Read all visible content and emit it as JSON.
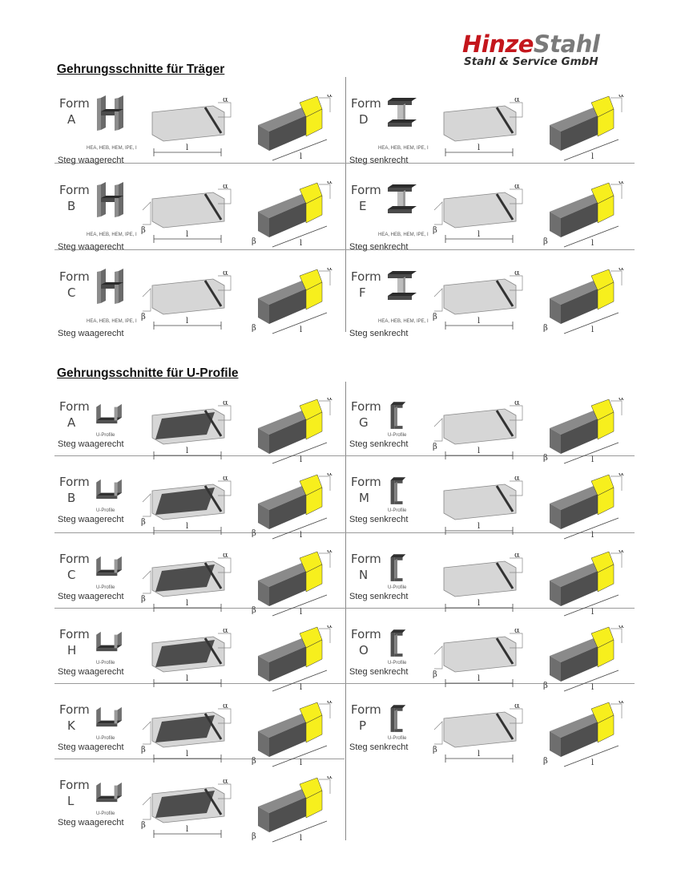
{
  "logo": {
    "part1": "Hinze",
    "part2": "Stahl",
    "subtitle": "Stahl & Service GmbH"
  },
  "sections": [
    {
      "title": "Gehrungsschnitte für Träger"
    },
    {
      "title": "Gehrungsschnitte für U-Profile"
    }
  ],
  "form_word": "Form",
  "traeger": [
    {
      "letter": "A",
      "note": "HEA, HEB, HEM, IPE, I",
      "orientation": "Steg waagerecht"
    },
    {
      "letter": "D",
      "note": "HEA, HEB, HEM, IPE, I",
      "orientation": "Steg senkrecht"
    },
    {
      "letter": "B",
      "note": "HEA, HEB, HEM, IPE, I",
      "orientation": "Steg waagerecht"
    },
    {
      "letter": "E",
      "note": "HEA, HEB, HEM, IPE, I",
      "orientation": "Steg senkrecht"
    },
    {
      "letter": "C",
      "note": "HEA, HEB, HEM, IPE, I",
      "orientation": "Steg waagerecht"
    },
    {
      "letter": "F",
      "note": "HEA, HEB, HEM, IPE, I",
      "orientation": "Steg senkrecht"
    }
  ],
  "uprofile": [
    {
      "letter": "A",
      "note": "U-Profile",
      "orientation": "Steg waagerecht"
    },
    {
      "letter": "G",
      "note": "U-Profile",
      "orientation": "Steg senkrecht"
    },
    {
      "letter": "B",
      "note": "U-Profile",
      "orientation": "Steg waagerecht"
    },
    {
      "letter": "M",
      "note": "U-Profile",
      "orientation": "Steg senkrecht"
    },
    {
      "letter": "C",
      "note": "U-Profile",
      "orientation": "Steg waagerecht"
    },
    {
      "letter": "N",
      "note": "U-Profile",
      "orientation": "Steg senkrecht"
    },
    {
      "letter": "H",
      "note": "U-Profile",
      "orientation": "Steg waagerecht"
    },
    {
      "letter": "O",
      "note": "U-Profile",
      "orientation": "Steg senkrecht"
    },
    {
      "letter": "K",
      "note": "U-Profile",
      "orientation": "Steg waagerecht"
    },
    {
      "letter": "P",
      "note": "U-Profile",
      "orientation": "Steg senkrecht"
    },
    {
      "letter": "L",
      "note": "U-Profile",
      "orientation": "Steg waagerecht"
    }
  ],
  "symbols": {
    "alpha": "α",
    "beta": "β",
    "length": "l"
  },
  "colors": {
    "brand_red": "#c4161c",
    "brand_gray": "#7a7a7a",
    "steel_dark": "#4d4d4d",
    "steel_light": "#d9d9d9",
    "cut_face": "#f7ef1d"
  }
}
